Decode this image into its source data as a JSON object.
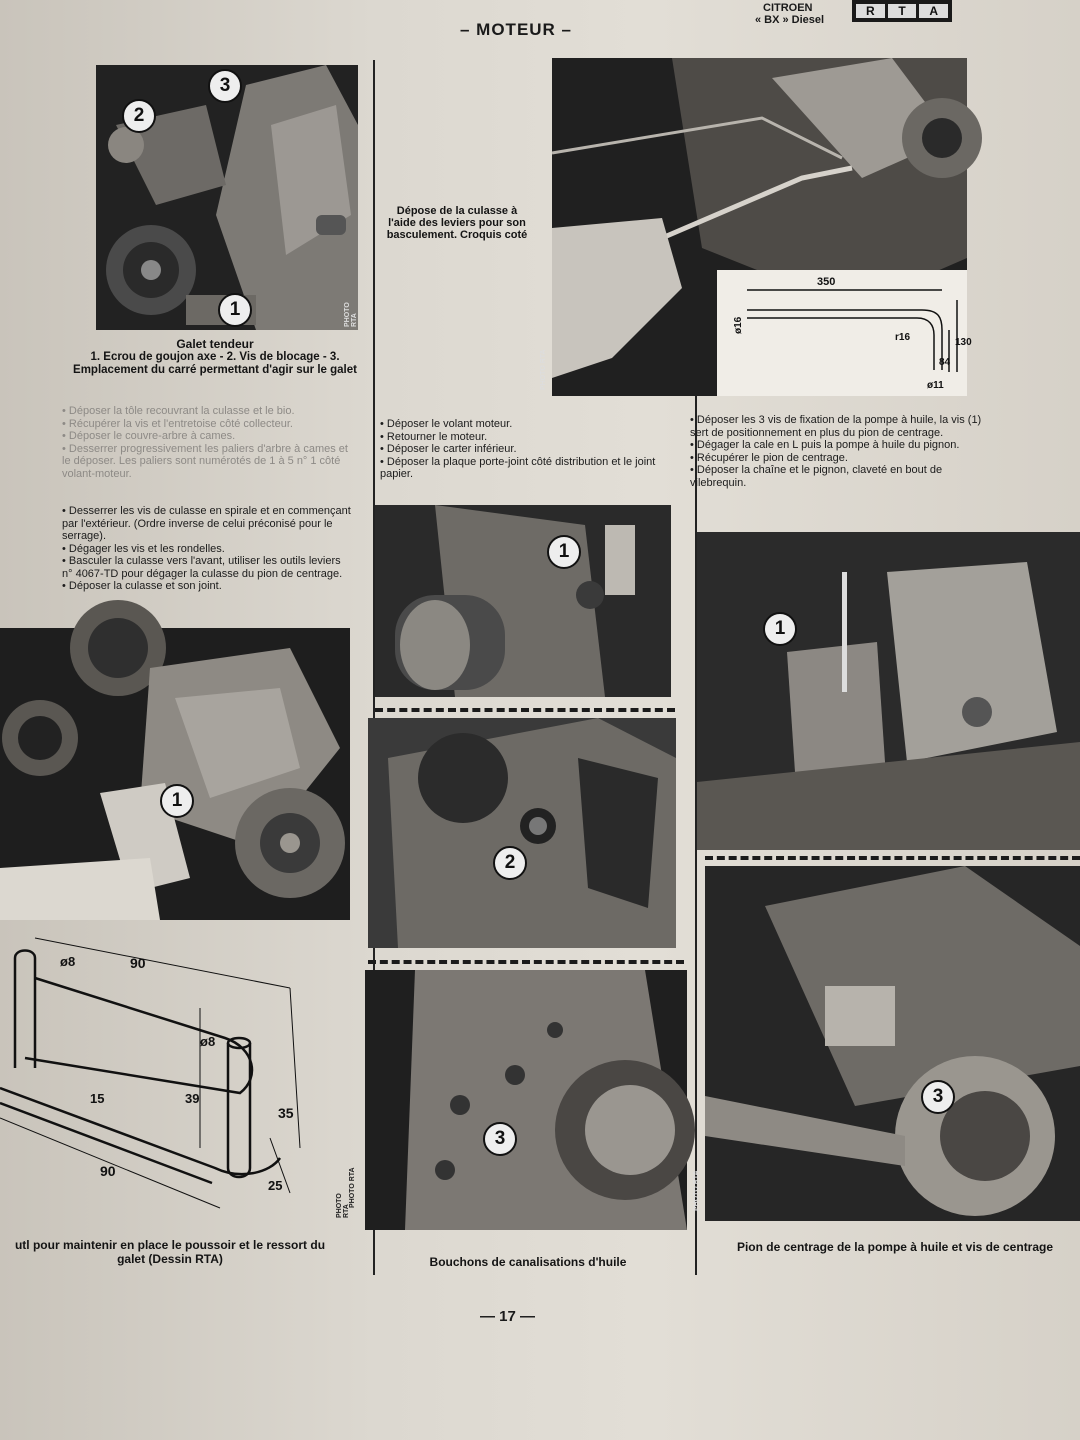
{
  "header": {
    "title": "– MOTEUR –",
    "brand_line1": "CITROEN",
    "brand_line2": "« BX » Diesel",
    "logo_letters": [
      "R",
      "T",
      "A"
    ]
  },
  "col1": {
    "caption_title": "Galet tendeur",
    "caption_body": "1. Ecrou de goujon axe - 2. Vis de blocage - 3. Emplacement du carré permettant d'agir sur le galet",
    "faded_steps": [
      "• Déposer la tôle recouvrant la culasse et le bio.",
      "• Récupérer la vis et l'entretoise côté collecteur.",
      "• Déposer le couvre-arbre à cames.",
      "• Desserrer progressivement les paliers d'arbre à cames et le déposer. Les paliers sont numérotés de 1 à 5 n° 1 côté volant-moteur."
    ],
    "steps": [
      "• Desserrer les vis de culasse en spirale et en commençant par l'extérieur. (Ordre inverse de celui préconisé pour le serrage).",
      "• Dégager les vis et les rondelles.",
      "• Basculer la culasse vers l'avant, utiliser les outils leviers n° 4067-TD pour dégager la culasse du pion de centrage.",
      "• Déposer la culasse et son joint."
    ],
    "tool_caption": "utl pour maintenir en place le poussoir et le ressort du galet (Dessin RTA)",
    "drawing_dims": [
      "ø8",
      "90",
      "ø8",
      "15",
      "39",
      "35",
      "90",
      "25"
    ]
  },
  "col2": {
    "side_caption": "Dépose de la culasse à l'aide des leviers pour son basculement. Croquis coté",
    "steps": [
      "• Déposer le volant moteur.",
      "• Retourner le moteur.",
      "• Déposer le carter inférieur.",
      "• Déposer la plaque porte-joint côté distribution et le joint papier."
    ],
    "bottom_caption": "Bouchons de canalisations d'huile"
  },
  "col3": {
    "sketch_dims": [
      "350",
      "ø16",
      "r16",
      "130",
      "84",
      "ø11"
    ],
    "steps": [
      "• Déposer les 3 vis de fixation de la pompe à huile, la vis (1) sert de positionnement en plus du pion de centrage.",
      "• Dégager la cale en L puis la pompe à huile du pignon.",
      "• Récupérer le pion de centrage.",
      "• Déposer la chaîne et le pignon, claveté en bout de vilebrequin."
    ],
    "bottom_caption": "Pion de centrage de la pompe à huile et vis de centrage"
  },
  "callouts": {
    "one": "1",
    "two": "2",
    "three": "3"
  },
  "photo_credit": "PHOTO RTA",
  "page_number": "— 17 —"
}
